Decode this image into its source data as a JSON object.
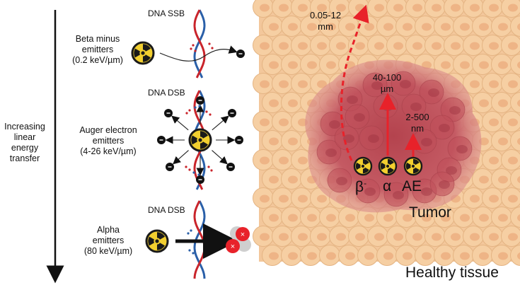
{
  "axis": {
    "label": "Increasing linear energy transfer"
  },
  "emitters": [
    {
      "name_lines": [
        "Beta minus",
        "emitters"
      ],
      "let": "(0.2 keV/µm)",
      "damage": "DNA SSB"
    },
    {
      "name_lines": [
        "Auger electron",
        "emitters"
      ],
      "let": "(4-26 keV/µm)",
      "damage": "DNA DSB"
    },
    {
      "name_lines": [
        "Alpha",
        "emitters"
      ],
      "let": "(80 keV/µm)",
      "damage": "DNA DSB"
    }
  ],
  "axis_lines": [
    "Increasing",
    "linear",
    "energy",
    "transfer"
  ],
  "ranges": {
    "beta": [
      "0.05-12",
      "mm"
    ],
    "alpha": [
      "40-100",
      "µm"
    ],
    "auger": [
      "2-500",
      "nm"
    ]
  },
  "symbols": {
    "beta": "β",
    "beta_sup": "-",
    "alpha": "α",
    "auger": "AE"
  },
  "labels": {
    "tumor": "Tumor",
    "healthy": "Healthy tissue"
  },
  "colors": {
    "accent_red": "#e8222a",
    "tissue_cell": "#f6cfa3",
    "tumor": "#c0505a",
    "radiation_yellow": "#f2cf2f",
    "dna_red": "#c9242b",
    "dna_blue": "#2a5fa8"
  },
  "icons": [
    "radiation-icon",
    "electron-icon",
    "alpha-particle-icon",
    "dna-helix-icon"
  ]
}
